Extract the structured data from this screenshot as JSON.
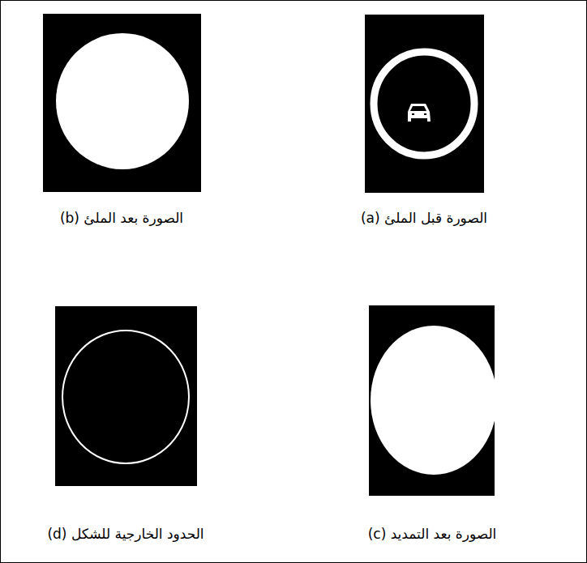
{
  "diagram": {
    "labels": [
      "(a) الصورة قبل الملئ",
      "(b) الصورة بعد الملئ",
      "(c) الصورة بعد التمديد",
      "(d) الحدود الخارجية للشكل"
    ]
  }
}
